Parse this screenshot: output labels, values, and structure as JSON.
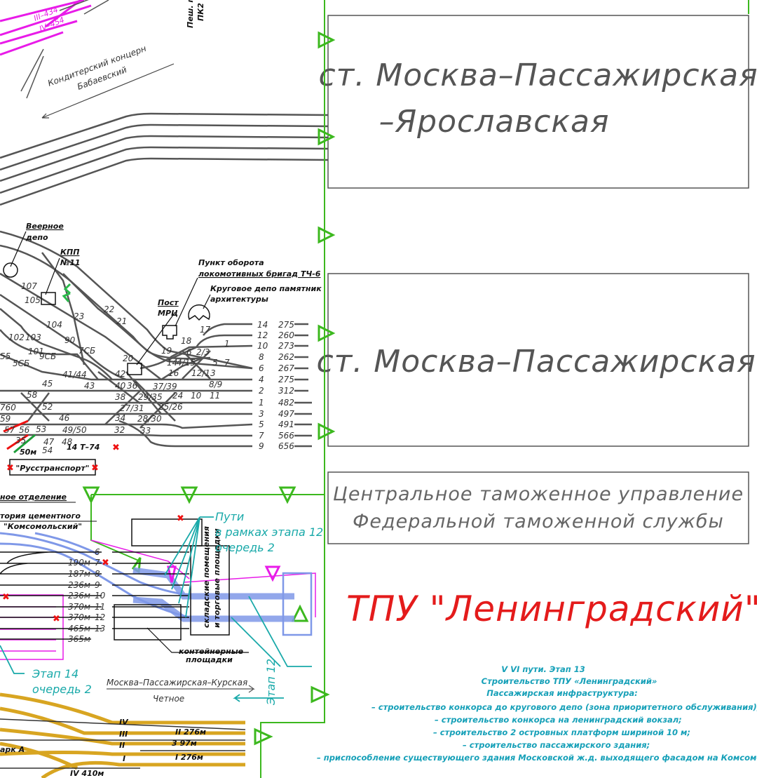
{
  "stations": {
    "yaroslavskaya_line1": "ст. Москва–Пассажирская",
    "yaroslavskaya_line2": "–Ярославская",
    "passazhirskaya": "ст. Москва–Пассажирская",
    "customs_line1": "Центральное таможенное управление",
    "customs_line2": "Федеральной таможенной службы"
  },
  "tpu_title": "ТПУ \"Ленинградский\"",
  "labels": {
    "confectionery_1": "Кондитерский концерн",
    "confectionery_2": "Бабаевский",
    "pedestrian": "Пеш. п",
    "pk": "ПК2",
    "fan_depot_1": "Веерное",
    "fan_depot_2": "депо",
    "kpp_1": "КПП",
    "kpp_2": "№11",
    "turn_point_1": "Пункт оборота",
    "turn_point_2": "локомотивных бригад ТЧ-6",
    "round_depot_1": "Круговое депо памятник",
    "round_depot_2": "архитектуры",
    "post_1": "Пост",
    "post_2": "МРЦ",
    "russtransport": "\"Русстранспорт\"",
    "track_14t": "14 Т–74",
    "dist_50m": "50м",
    "branch_1": "ное отделение",
    "cement_1": "тория цементного",
    "cement_2": "\"Комсомольский\"",
    "tracks_stage12_1": "Пути",
    "tracks_stage12_2": "в рамках этапа 12",
    "tracks_stage12_3": "очередь 2",
    "warehouse_1": "складские помещения",
    "warehouse_2": "и торговые площадки",
    "container_1": "контейнерные",
    "container_2": "площадки",
    "stage14_1": "Этап 14",
    "stage14_2": "очередь 2",
    "stage12": "Этап 12",
    "kursk": "Москва–Пассажирская–Курская",
    "even": "Четное",
    "park_a": "арк А"
  },
  "switch_numbers": [
    "107",
    "105",
    "104",
    "102",
    "103",
    "101",
    "90",
    "7СБ",
    "9СБ",
    "5СБ",
    "45",
    "58",
    "52",
    "46",
    "53",
    "49/50",
    "41/44",
    "43",
    "42",
    "40",
    "36",
    "38",
    "27/31",
    "34",
    "32",
    "33",
    "29/35",
    "28/30",
    "37/39",
    "25/26",
    "24",
    "10",
    "11",
    "23",
    "22",
    "21",
    "20",
    "19",
    "18",
    "17",
    "6",
    "2/3",
    "1",
    "14",
    "4/15",
    "16",
    "12/13",
    "5",
    "7",
    "8/9",
    "47",
    "54",
    "48",
    "35",
    "56",
    "57",
    "59",
    "760",
    "55"
  ],
  "station_tracks": [
    {
      "num": "14",
      "len": "275"
    },
    {
      "num": "12",
      "len": "260"
    },
    {
      "num": "10",
      "len": "273"
    },
    {
      "num": "8",
      "len": "262"
    },
    {
      "num": "6",
      "len": "267"
    },
    {
      "num": "4",
      "len": "275"
    },
    {
      "num": "2",
      "len": "312"
    },
    {
      "num": "1",
      "len": "482"
    },
    {
      "num": "3",
      "len": "497"
    },
    {
      "num": "5",
      "len": "491"
    },
    {
      "num": "7",
      "len": "566"
    },
    {
      "num": "9",
      "len": "656"
    }
  ],
  "lower_tracks": [
    {
      "num": "6",
      "len": ""
    },
    {
      "num": "7",
      "len": "190м"
    },
    {
      "num": "8",
      "len": "187м"
    },
    {
      "num": "9",
      "len": "236м"
    },
    {
      "num": "10",
      "len": "236м"
    },
    {
      "num": "11",
      "len": "370м"
    },
    {
      "num": "12",
      "len": "370м"
    },
    {
      "num": "13",
      "len": "465м"
    },
    {
      "num": "",
      "len": "365м"
    }
  ],
  "gold_tracks": [
    "II 276м",
    "3 97м",
    "I 276м",
    "IV",
    "III",
    "II",
    "I",
    "IV 410м"
  ],
  "upper_tracks": [
    "III–434",
    "IV–454"
  ],
  "notes": [
    "V VI пути. Этап 13",
    "Строительство ТПУ «Ленинградский»",
    "Пассажирская инфраструктура:",
    "–        строительство конкорса до кругового депо (зона приоритетного обслуживания),",
    "–        строительство конкорса на ленинградский вокзал;",
    "–        строительство 2 островных платформ шириной 10 м;",
    "–        строительство пассажирского здания;",
    "–        приспособление существующего здания Московской ж.д. выходящего фасадом на Комсомольск"
  ],
  "colors": {
    "tracks": "#555555",
    "boundary": "#3cb81e",
    "highlight": "#e81be8",
    "stage": "#7f98e8",
    "gold": "#d8a521",
    "teal": "#19a9a9",
    "red": "#e41b1b"
  }
}
